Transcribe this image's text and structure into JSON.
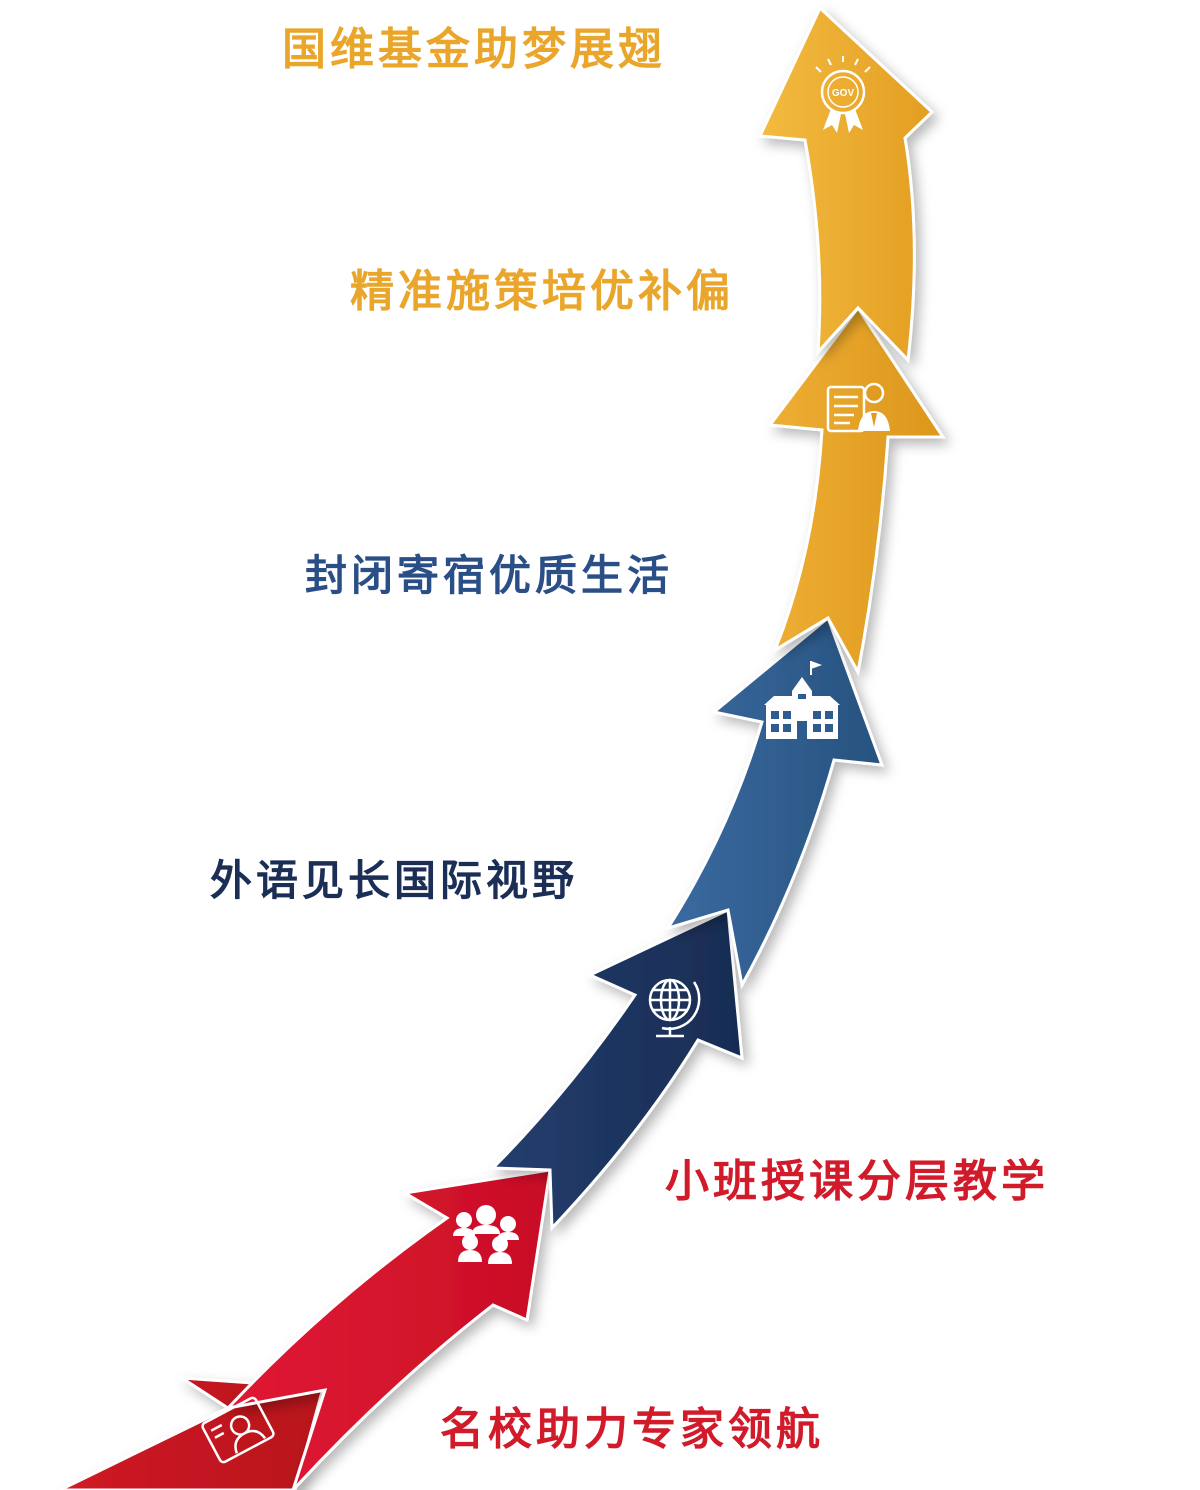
{
  "colors": {
    "gold": "#E9A62A",
    "gold_light": "#F1B53A",
    "gold_dark": "#D9961F",
    "blue": "#2E5C8F",
    "navy": "#1E3461",
    "red": "#D7142E",
    "red_dark": "#C21A23",
    "blue_text": "#2A4E86",
    "navy_text": "#1B2E55",
    "red_text": "#D11A2A"
  },
  "steps": [
    {
      "label": "国维基金助梦展翅",
      "color": "gold",
      "icon": "award-badge-icon",
      "badge_text": "GOV"
    },
    {
      "label": "精准施策培优补偏",
      "color": "gold",
      "icon": "teacher-document-icon"
    },
    {
      "label": "封闭寄宿优质生活",
      "color": "blue",
      "icon": "school-building-icon"
    },
    {
      "label": "外语见长国际视野",
      "color": "navy",
      "icon": "globe-icon"
    },
    {
      "label": "小班授课分层教学",
      "color": "red",
      "icon": "group-people-icon"
    },
    {
      "label": "名校助力专家领航",
      "color": "red",
      "icon": "expert-card-icon"
    }
  ]
}
